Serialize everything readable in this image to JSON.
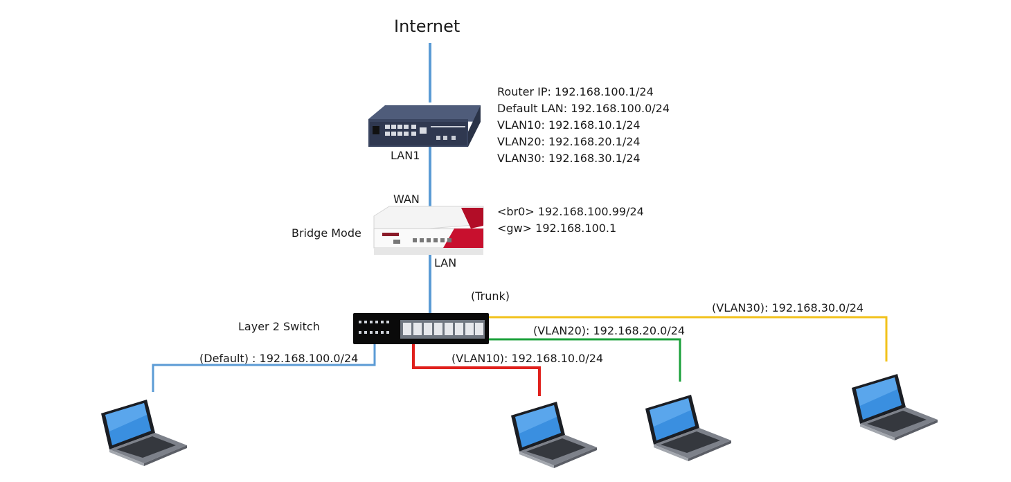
{
  "title": "Internet",
  "router": {
    "port_label": "LAN1",
    "info": [
      "Router IP: 192.168.100.1/24",
      "Default LAN: 192.168.100.0/24",
      "VLAN10: 192.168.10.1/24",
      "VLAN20: 192.168.20.1/24",
      "VLAN30: 192.168.30.1/24"
    ]
  },
  "firewall": {
    "wan_label": "WAN",
    "lan_label": "LAN",
    "mode_label": "Bridge Mode",
    "info": [
      "<br0> 192.168.100.99/24",
      "<gw> 192.168.100.1"
    ]
  },
  "switch": {
    "label": "Layer 2 Switch",
    "trunk_label": "(Trunk)"
  },
  "links": {
    "default": {
      "label": "(Default) : 192.168.100.0/24",
      "color": "#5b9bd5"
    },
    "vlan10": {
      "label": "(VLAN10): 192.168.10.0/24",
      "color": "#e0201c"
    },
    "vlan20": {
      "label": "(VLAN20): 192.168.20.0/24",
      "color": "#1aa03a"
    },
    "vlan30": {
      "label": "(VLAN30): 192.168.30.0/24",
      "color": "#f2c21b"
    }
  },
  "uplink_color": "#5b9bd5",
  "icons": {
    "router": "router-icon",
    "firewall": "firewall-icon",
    "switch": "switch-icon",
    "laptop": "laptop-icon"
  }
}
